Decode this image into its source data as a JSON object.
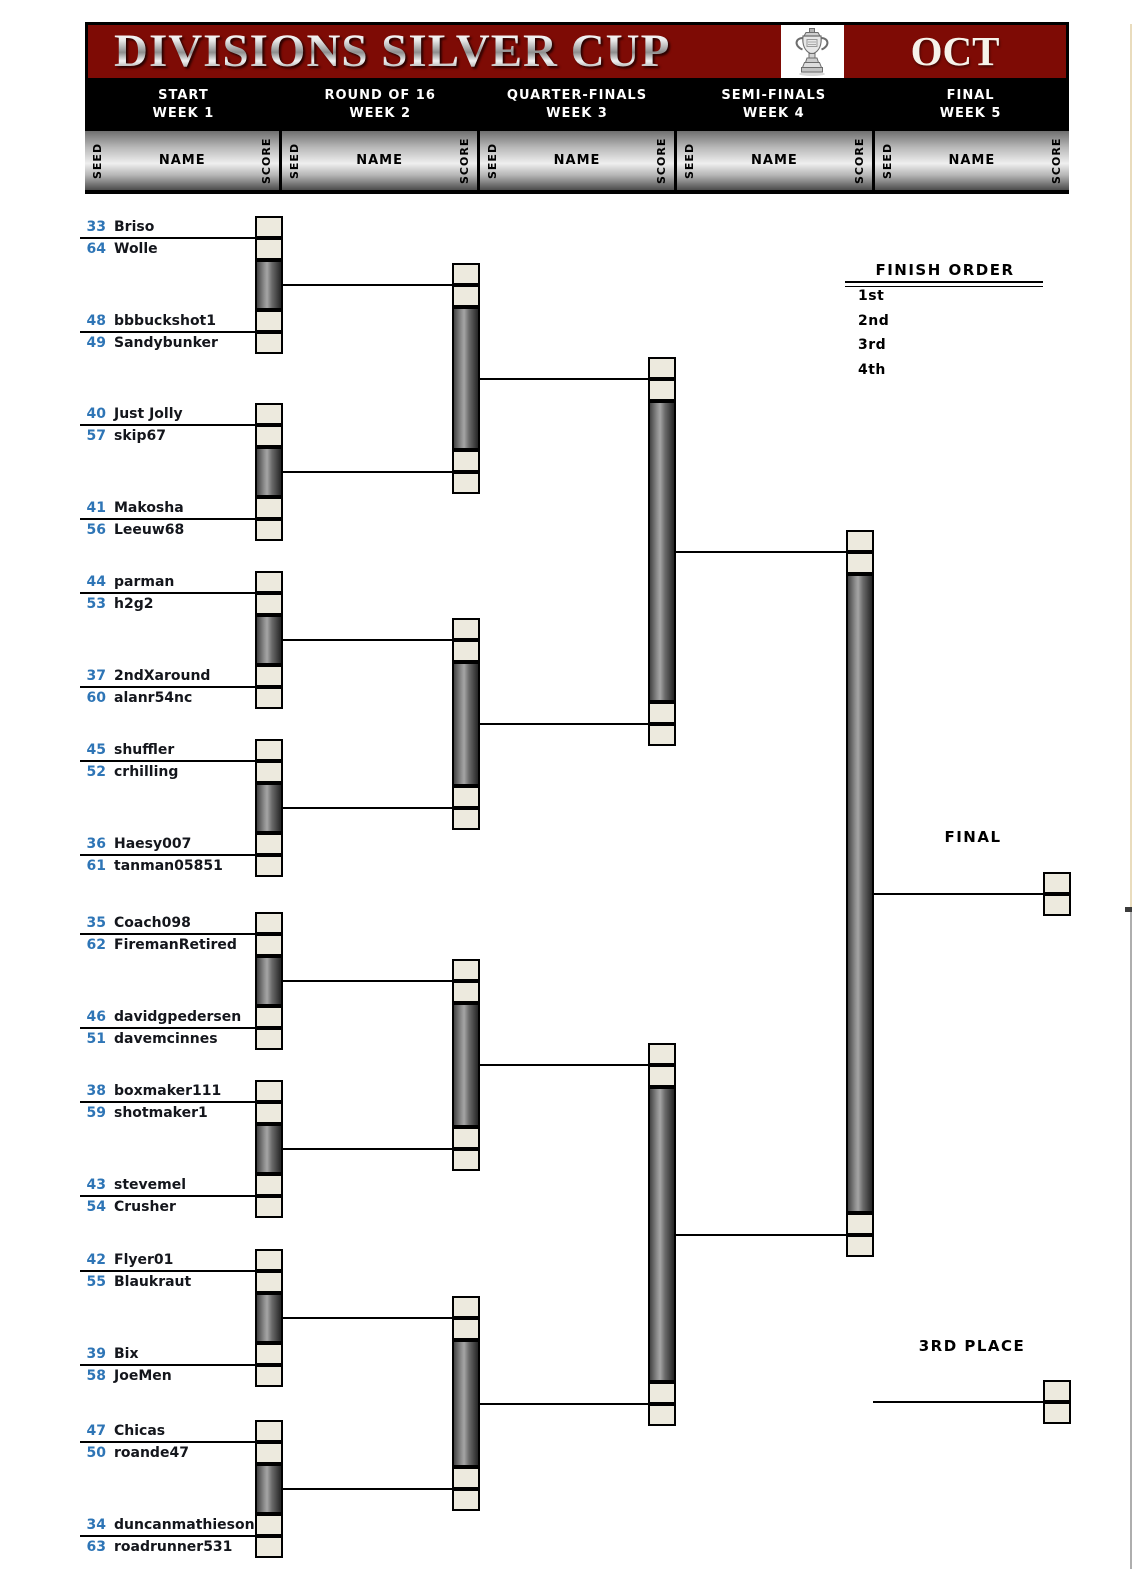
{
  "banner": {
    "title": "DIVISIONS SILVER CUP",
    "month": "OCT",
    "trophy_icon": "trophy-icon"
  },
  "rounds": [
    {
      "name": "START",
      "week": "WEEK 1"
    },
    {
      "name": "ROUND OF 16",
      "week": "WEEK 2"
    },
    {
      "name": "QUARTER-FINALS",
      "week": "WEEK 3"
    },
    {
      "name": "SEMI-FINALS",
      "week": "WEEK 4"
    },
    {
      "name": "FINAL",
      "week": "WEEK 5"
    }
  ],
  "column_headers": {
    "seed": "SEED",
    "name": "NAME",
    "score": "SCORE"
  },
  "bracket": {
    "groups": [
      [
        {
          "seed": "33",
          "name": "Briso"
        },
        {
          "seed": "64",
          "name": "Wolle"
        },
        {
          "seed": "48",
          "name": "bbbuckshot1"
        },
        {
          "seed": "49",
          "name": "Sandybunker"
        }
      ],
      [
        {
          "seed": "40",
          "name": "Just Jolly"
        },
        {
          "seed": "57",
          "name": "skip67"
        },
        {
          "seed": "41",
          "name": "Makosha"
        },
        {
          "seed": "56",
          "name": "Leeuw68"
        }
      ],
      [
        {
          "seed": "44",
          "name": "parman"
        },
        {
          "seed": "53",
          "name": "h2g2"
        },
        {
          "seed": "37",
          "name": "2ndXaround"
        },
        {
          "seed": "60",
          "name": "alanr54nc"
        }
      ],
      [
        {
          "seed": "45",
          "name": "shuffler"
        },
        {
          "seed": "52",
          "name": "crhilling"
        },
        {
          "seed": "36",
          "name": "Haesy007"
        },
        {
          "seed": "61",
          "name": "tanman05851"
        }
      ],
      [
        {
          "seed": "35",
          "name": "Coach098"
        },
        {
          "seed": "62",
          "name": "FiremanRetired"
        },
        {
          "seed": "46",
          "name": "davidgpedersen"
        },
        {
          "seed": "51",
          "name": "davemcinnes"
        }
      ],
      [
        {
          "seed": "38",
          "name": "boxmaker111"
        },
        {
          "seed": "59",
          "name": "shotmaker1"
        },
        {
          "seed": "43",
          "name": "stevemel"
        },
        {
          "seed": "54",
          "name": "Crusher"
        }
      ],
      [
        {
          "seed": "42",
          "name": "Flyer01"
        },
        {
          "seed": "55",
          "name": "Blaukraut"
        },
        {
          "seed": "39",
          "name": "Bix"
        },
        {
          "seed": "58",
          "name": "JoeMen"
        }
      ],
      [
        {
          "seed": "47",
          "name": "Chicas"
        },
        {
          "seed": "50",
          "name": "roande47"
        },
        {
          "seed": "34",
          "name": "duncanmathieson"
        },
        {
          "seed": "63",
          "name": "roadrunner531"
        }
      ]
    ]
  },
  "finish_order": {
    "title": "FINISH ORDER",
    "places": [
      "1st",
      "2nd",
      "3rd",
      "4th"
    ]
  },
  "labels": {
    "final": "FINAL",
    "third_place": "3RD PLACE"
  },
  "colors": {
    "banner_red": "#7e0b05",
    "seed_blue": "#2e75b6",
    "name_dark": "#14161c",
    "cell_beige": "#edeade",
    "header_black": "#000000"
  }
}
